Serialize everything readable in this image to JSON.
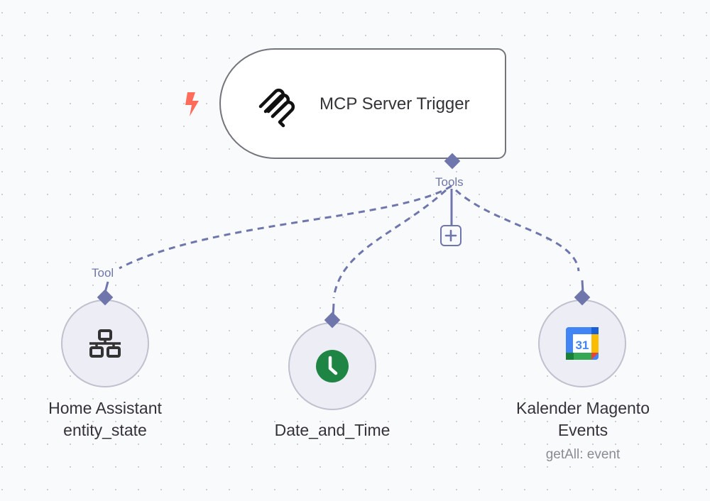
{
  "canvas": {
    "edge_color": "#6f76ab",
    "trigger_accent": "#ff6d5a"
  },
  "trigger": {
    "title": "MCP Server Trigger",
    "icon": "mcp-icon",
    "status_icon": "lightning-bolt-icon",
    "output_port_label": "Tools",
    "add_button_icon": "plus-icon"
  },
  "tools": [
    {
      "title_line1": "Home Assistant",
      "title_line2": "entity_state",
      "subtitle": "",
      "icon": "network-icon",
      "input_port_label": "Tool"
    },
    {
      "title_line1": "Date_and_Time",
      "title_line2": "",
      "subtitle": "",
      "icon": "clock-icon",
      "input_port_label": ""
    },
    {
      "title_line1": "Kalender Magento",
      "title_line2": "Events",
      "subtitle": "getAll: event",
      "icon": "google-calendar-icon",
      "input_port_label": "",
      "icon_text": "31"
    }
  ]
}
